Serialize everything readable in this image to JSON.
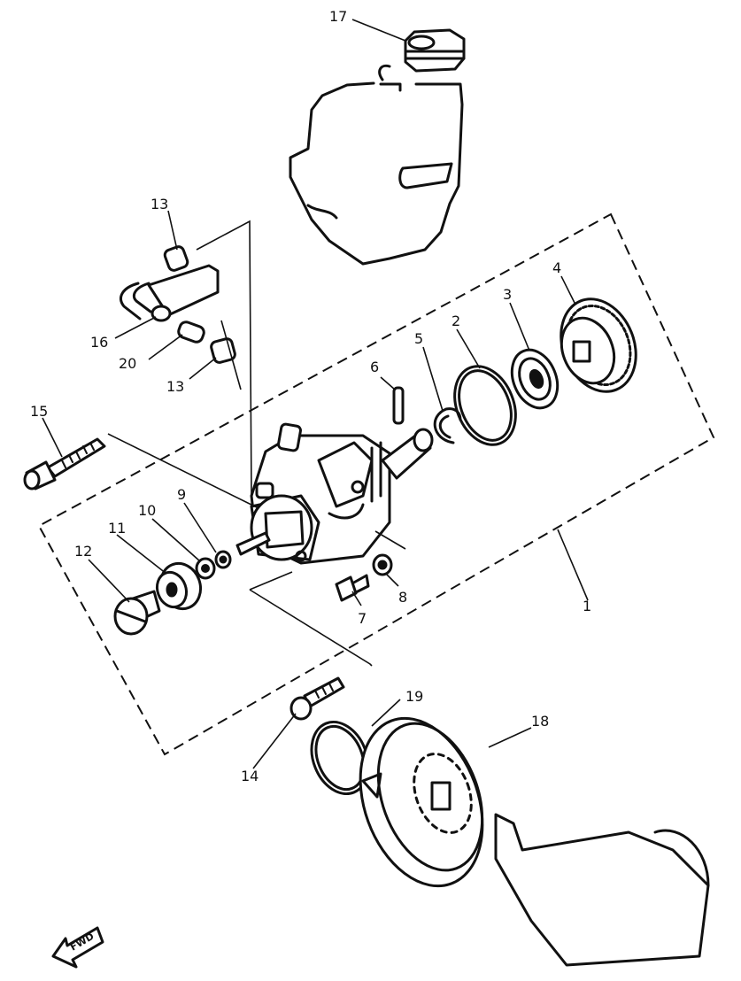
{
  "callouts": {
    "c1": "1",
    "c2": "2",
    "c3": "3",
    "c4": "4",
    "c5": "5",
    "c6": "6",
    "c7": "7",
    "c8": "8",
    "c9": "9",
    "c10": "10",
    "c11": "11",
    "c12": "12",
    "c13a": "13",
    "c13b": "13",
    "c14": "14",
    "c15": "15",
    "c16": "16",
    "c17": "17",
    "c18": "18",
    "c19": "19",
    "c20": "20"
  },
  "direction_label": "FWD",
  "colors": {
    "ink": "#111111",
    "paper": "#ffffff"
  }
}
